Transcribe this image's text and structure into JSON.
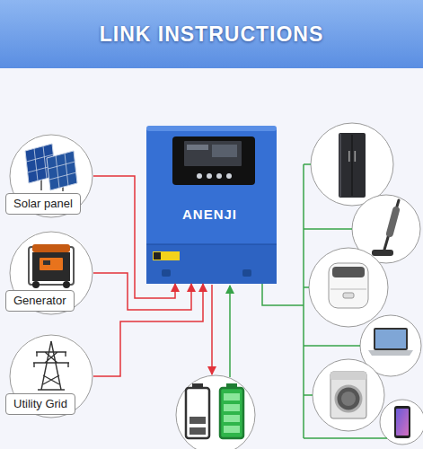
{
  "diagram": {
    "title": "LINK INSTRUCTIONS",
    "nodes": [
      {
        "text": [
          "Solar panel"
        ]
      },
      {
        "text": [
          "Generator"
        ]
      },
      {
        "text": [
          "Utility Grid"
        ]
      },
      {
        "text": [
          "ANENJI"
        ]
      }
    ],
    "edges": [
      {
        "from": 0,
        "to": 3,
        "arrow": "to"
      },
      {
        "from": 1,
        "to": 3,
        "arrow": "to"
      },
      {
        "from": 2,
        "to": 3,
        "arrow": "to"
      }
    ]
  }
}
